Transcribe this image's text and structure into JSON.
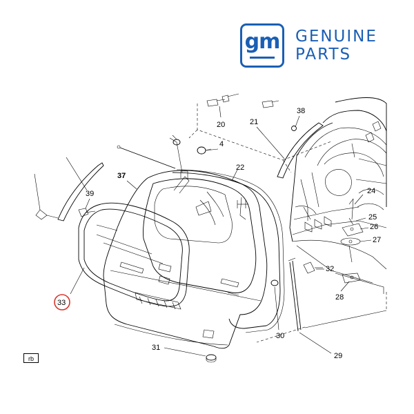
{
  "logo": {
    "letters": "gm",
    "line1": "GENUINE",
    "line2": "PARTS",
    "color": "#1a5fb4"
  },
  "callouts": {
    "c20": "20",
    "c4": "4",
    "c38": "38",
    "c21": "21",
    "c37": "37",
    "c22": "22",
    "c39": "39",
    "c24": "24",
    "c25": "25",
    "c26": "26",
    "c27": "27",
    "c32": "32",
    "c33": "33",
    "c28": "28",
    "c30": "30",
    "c29": "29",
    "c31": "31"
  },
  "highlight": {
    "callout": "33",
    "color": "#d9342b"
  },
  "corner_tag": "rb"
}
